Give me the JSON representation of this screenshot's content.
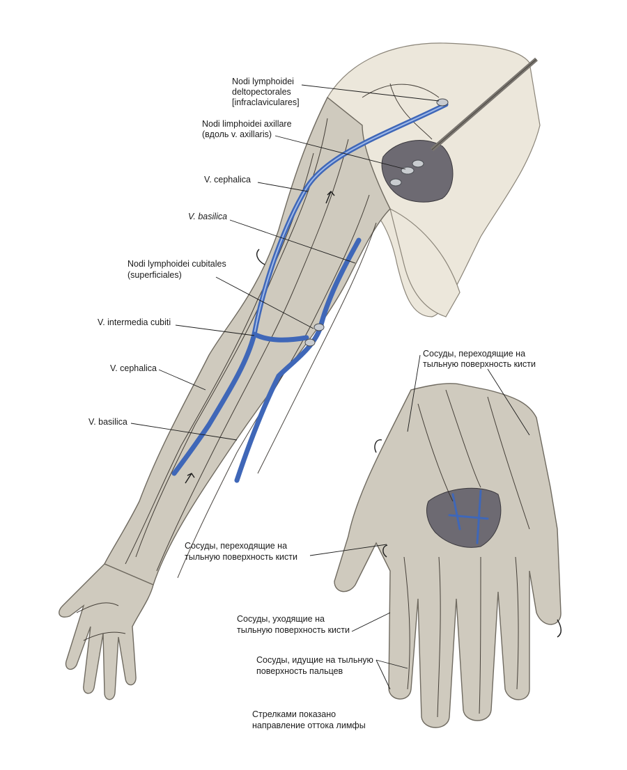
{
  "labels": {
    "deltopectorales_1": "Nodi lymphoidei",
    "deltopectorales_2": "deltopectorales",
    "deltopectorales_3": "[infraclaviculares]",
    "axillares_1": "Nodi limphoidei axillare",
    "axillares_2": "(вдоль v. axillaris)",
    "cephalica_upper": "V. cephalica",
    "basilica_upper": "V. basilica",
    "cubitales_1": "Nodi lymphoidei cubitales",
    "cubitales_2": "(superficiales)",
    "intermedia": "V. intermedia cubiti",
    "cephalica_lower": "V. cephalica",
    "basilica_lower": "V. basilica",
    "hand_top_1": "Сосуды, переходящие на",
    "hand_top_2": "тыльную поверхность кисти",
    "hand_mid_1": "Сосуды, переходящие на",
    "hand_mid_2": "тыльную поверхность кисти",
    "hand_going_1": "Сосуды, уходящие на",
    "hand_going_2": "тыльную поверхность кисти",
    "fingers_1": "Сосуды, идущие на тыльную",
    "fingers_2": "поверхность пальцев",
    "legend_1": "Стрелками показано",
    "legend_2": "направление оттока лимфы"
  },
  "colors": {
    "vein": "#3f67b8",
    "skin": "#cfcabe",
    "lymph": "#2b2620"
  }
}
